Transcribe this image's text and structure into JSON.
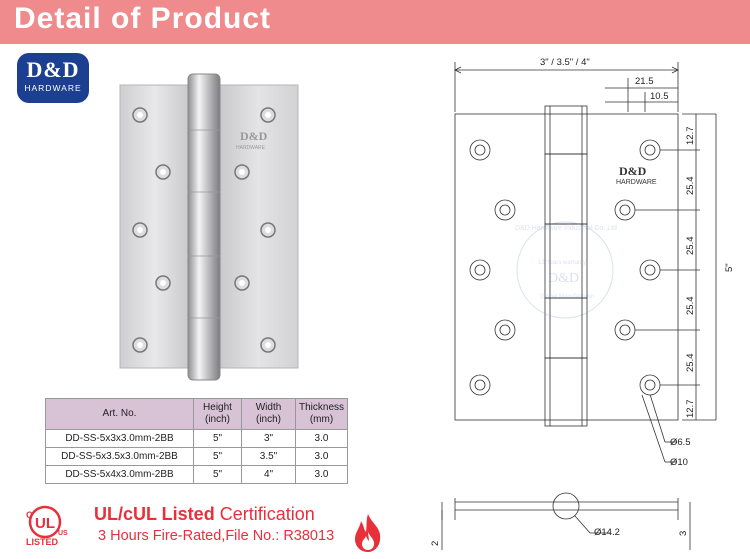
{
  "header": {
    "title": "Detail of Product"
  },
  "logo": {
    "main": "D&D",
    "sub": "HARDWARE"
  },
  "photo": {
    "brand_top": "D&D",
    "brand_sub": "HARDWARE"
  },
  "watermark": {
    "ring": "D&D Hardware Industrial Co.,Ltd",
    "years": "13 Years warranty",
    "name": "D&D",
    "sub": "Global Manufacturer"
  },
  "spec_table": {
    "headers": [
      "Art. No.",
      "Height (inch)",
      "Width (inch)",
      "Thickness (mm)"
    ],
    "rows": [
      [
        "DD-SS-5x3x3.0mm-2BB",
        "5\"",
        "3\"",
        "3.0"
      ],
      [
        "DD-SS-5x3.5x3.0mm-2BB",
        "5\"",
        "3.5\"",
        "3.0"
      ],
      [
        "DD-SS-5x4x3.0mm-2BB",
        "5\"",
        "4\"",
        "3.0"
      ]
    ]
  },
  "certification": {
    "ul_mark": "UL",
    "c_mark": "C",
    "us_mark": "US",
    "listed": "LISTED",
    "title_bold": "UL/cUL Listed",
    "title_rest": " Certification",
    "line2": "3 Hours Fire-Rated,File No.: R38013"
  },
  "drawing": {
    "width_dim": "3\" / 3.5\" / 4\"",
    "dim_21_5": "21.5",
    "dim_10_5": "10.5",
    "dim_12_7_top": "12.7",
    "dim_25_4_a": "25.4",
    "dim_25_4_b": "25.4",
    "dim_25_4_c": "25.4",
    "dim_25_4_d": "25.4",
    "dim_12_7_bottom": "12.7",
    "height_dim": "5\"",
    "hole_small": "Ø6.5",
    "hole_large": "Ø10",
    "knuckle": "Ø14.2",
    "thick_left": "2",
    "thick_right": "3",
    "brand_top": "D&D",
    "brand_sub": "HARDWARE"
  },
  "colors": {
    "banner": "#ef8a8d",
    "logo": "#1c3f92",
    "cert_red": "#e8303a",
    "table_header": "#d7c2d6"
  }
}
